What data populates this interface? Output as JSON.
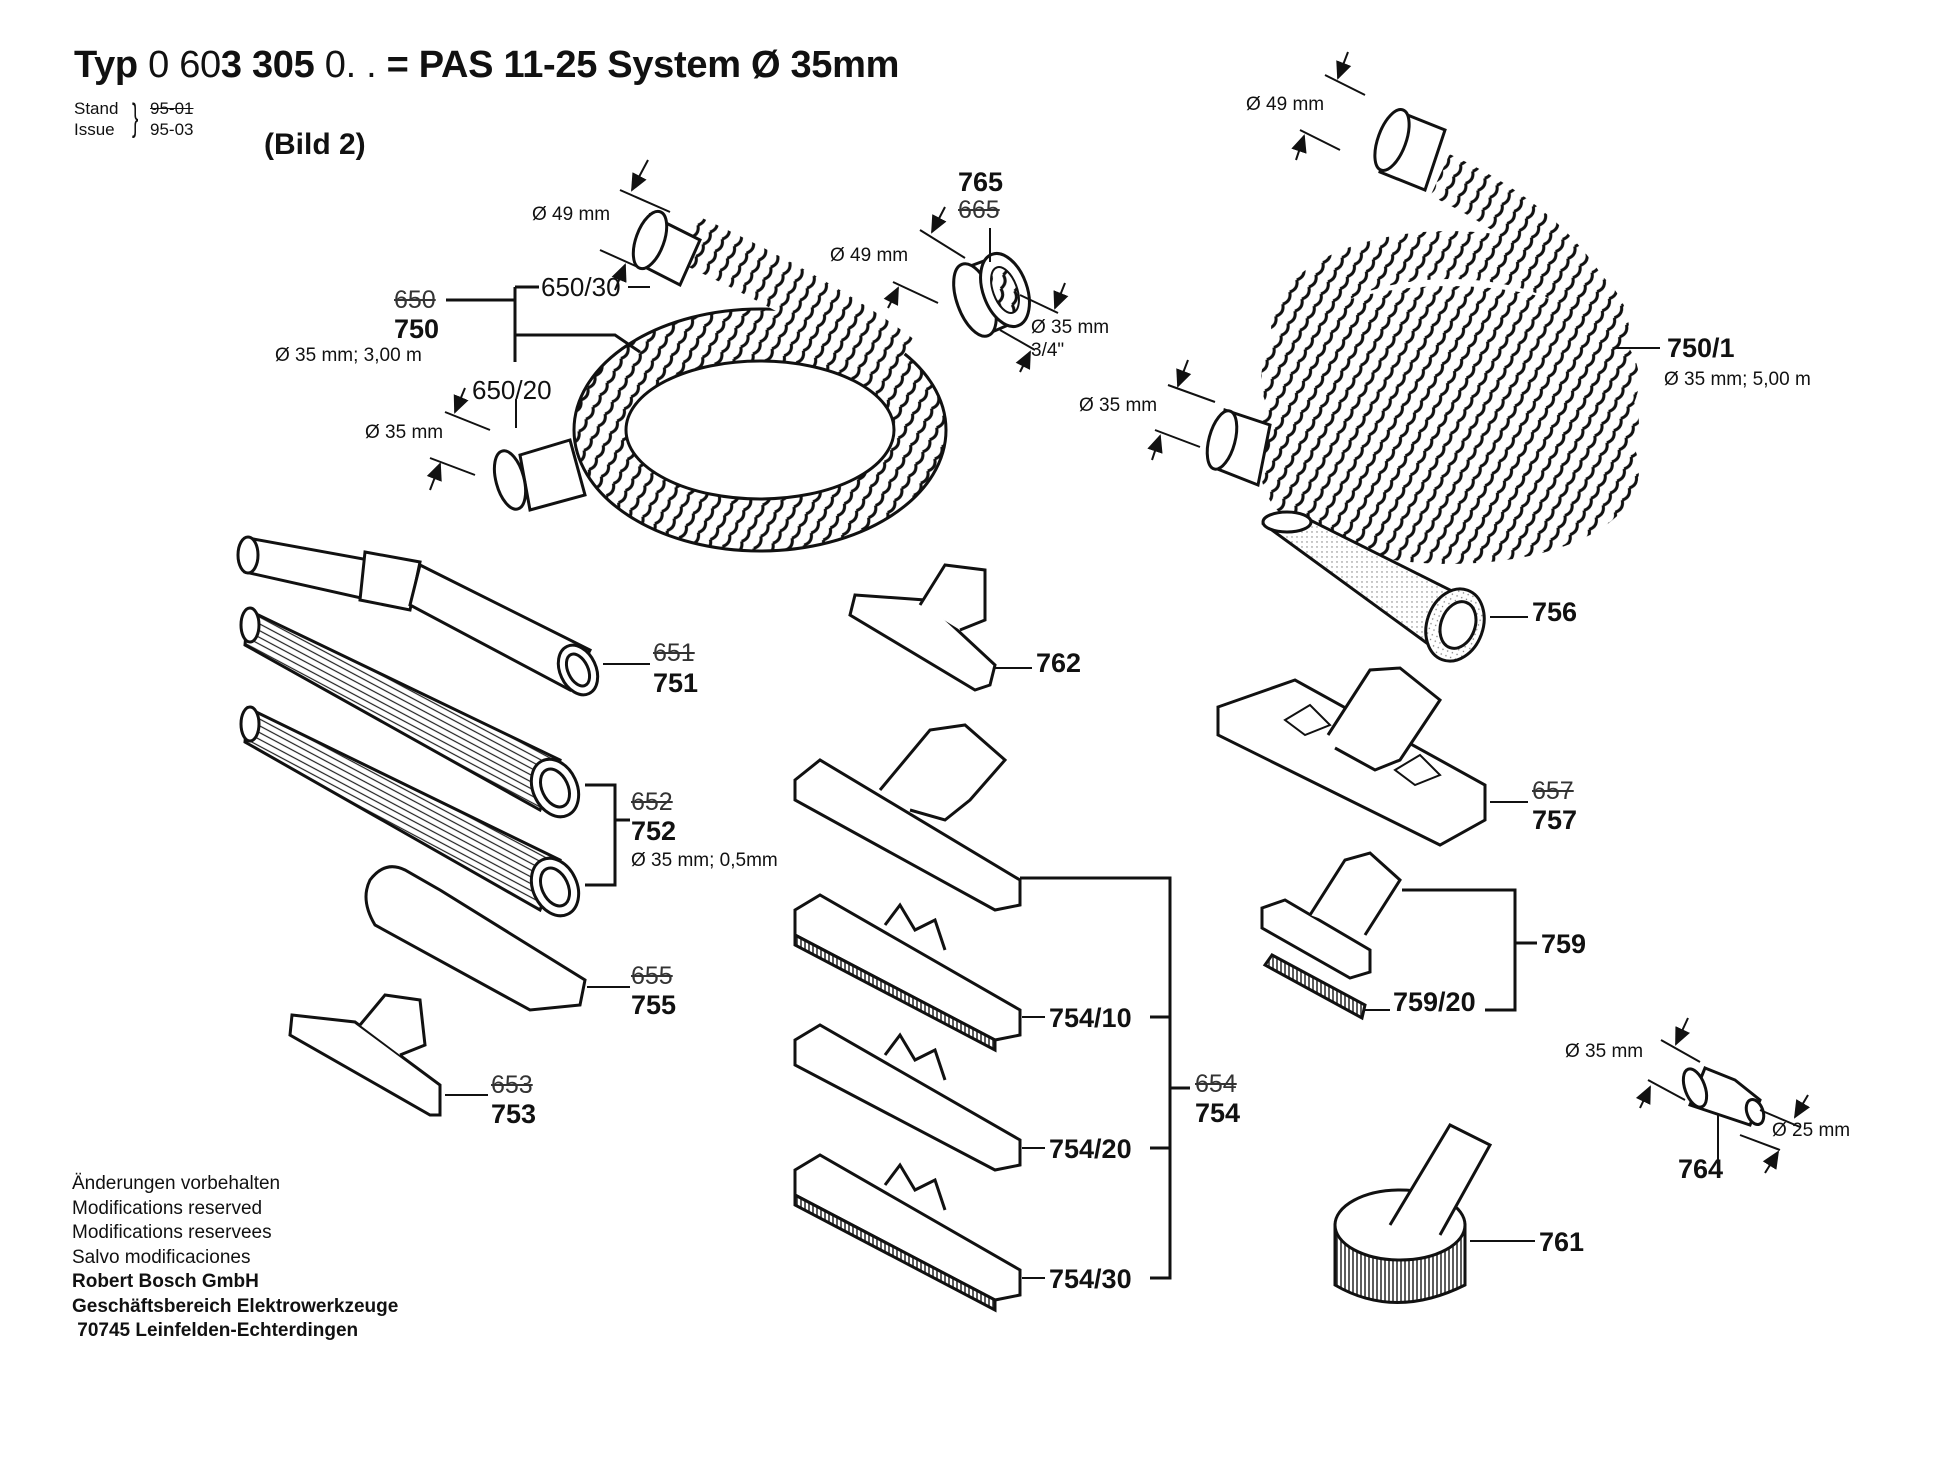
{
  "header": {
    "title_typ": "Typ",
    "title_number_light1": "0 60",
    "title_number_bold": "3 305",
    "title_number_light2": "0. .",
    "title_equals": "=",
    "title_model": "PAS 11-25  System Ø 35mm",
    "stand_label": "Stand",
    "issue_label": "Issue",
    "stand_value": "95-01",
    "issue_value": "95-03",
    "figure": "(Bild 2)"
  },
  "parts": {
    "hose_left": {
      "old_number": "650",
      "number": "750",
      "spec": "Ø 35 mm; 3,00 m",
      "end_top": "650/30",
      "end_bottom": "650/20",
      "dim_top": "Ø 49 mm",
      "dim_bottom": "Ø 35 mm"
    },
    "adapter_765": {
      "number": "765",
      "old_number": "665",
      "dim_outer": "Ø 49 mm",
      "dim_inner": "Ø 35 mm",
      "thread": "3/4\""
    },
    "hose_right": {
      "number": "750/1",
      "spec": "Ø 35 mm; 5,00 m",
      "dim_top": "Ø 49 mm",
      "dim_bottom": "Ø 35 mm"
    },
    "tube_751": {
      "old_number": "651",
      "number": "751"
    },
    "tubes_752": {
      "old_number": "652",
      "number": "752",
      "spec": "Ø 35 mm; 0,5mm"
    },
    "crevice_755": {
      "old_number": "655",
      "number": "755"
    },
    "nozzle_753": {
      "old_number": "653",
      "number": "753"
    },
    "nozzle_762": {
      "number": "762"
    },
    "nozzle_754": {
      "old_number": "654",
      "number": "754",
      "variants": [
        "754/10",
        "754/20",
        "754/30"
      ]
    },
    "nozzle_756": {
      "number": "756"
    },
    "floor_757": {
      "old_number": "657",
      "number": "757"
    },
    "upholstery_759": {
      "number": "759",
      "insert": "759/20"
    },
    "reducer_764": {
      "number": "764",
      "dim_in": "Ø 35 mm",
      "dim_out": "Ø 25 mm"
    },
    "brush_761": {
      "number": "761"
    }
  },
  "footer": {
    "lines": [
      "Änderungen vorbehalten",
      "Modifications reserved",
      "Modifications reservees",
      "Salvo modificaciones"
    ],
    "company": "Robert Bosch GmbH",
    "division": "Geschäftsbereich Elektrowerkzeuge",
    "address": " 70745 Leinfelden-Echterdingen"
  }
}
